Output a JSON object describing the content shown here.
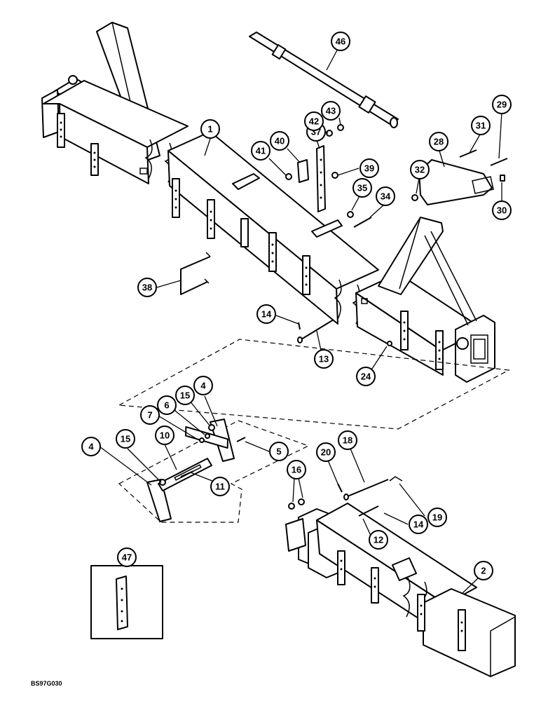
{
  "figure_code": "BS97G030",
  "callouts": [
    {
      "id": "c1",
      "label": "1"
    },
    {
      "id": "c2",
      "label": "2"
    },
    {
      "id": "c4a",
      "label": "4"
    },
    {
      "id": "c4b",
      "label": "4"
    },
    {
      "id": "c5",
      "label": "5"
    },
    {
      "id": "c6",
      "label": "6"
    },
    {
      "id": "c7",
      "label": "7"
    },
    {
      "id": "c10",
      "label": "10"
    },
    {
      "id": "c11",
      "label": "11"
    },
    {
      "id": "c12",
      "label": "12"
    },
    {
      "id": "c13",
      "label": "13"
    },
    {
      "id": "c14a",
      "label": "14"
    },
    {
      "id": "c14b",
      "label": "14"
    },
    {
      "id": "c15a",
      "label": "15"
    },
    {
      "id": "c15b",
      "label": "15"
    },
    {
      "id": "c16",
      "label": "16"
    },
    {
      "id": "c18",
      "label": "18"
    },
    {
      "id": "c19",
      "label": "19"
    },
    {
      "id": "c20",
      "label": "20"
    },
    {
      "id": "c24",
      "label": "24"
    },
    {
      "id": "c28",
      "label": "28"
    },
    {
      "id": "c29",
      "label": "29"
    },
    {
      "id": "c30",
      "label": "30"
    },
    {
      "id": "c31",
      "label": "31"
    },
    {
      "id": "c32",
      "label": "32"
    },
    {
      "id": "c34",
      "label": "34"
    },
    {
      "id": "c35",
      "label": "35"
    },
    {
      "id": "c37",
      "label": "37"
    },
    {
      "id": "c38",
      "label": "38"
    },
    {
      "id": "c39",
      "label": "39"
    },
    {
      "id": "c40",
      "label": "40"
    },
    {
      "id": "c41",
      "label": "41"
    },
    {
      "id": "c42",
      "label": "42"
    },
    {
      "id": "c43",
      "label": "43"
    },
    {
      "id": "c46",
      "label": "46"
    },
    {
      "id": "c47",
      "label": "47"
    }
  ]
}
